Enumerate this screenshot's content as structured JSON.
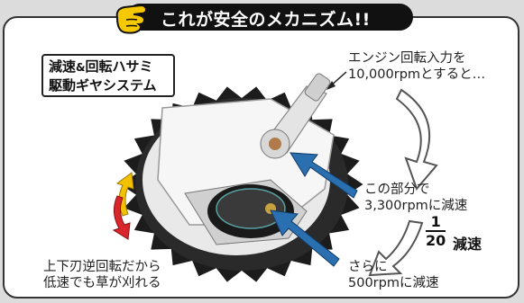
{
  "banner": {
    "title": "これが安全のメカニズム!!"
  },
  "system_label": {
    "line1": "減速",
    "amp": "&",
    "line1b": "回転ハサミ",
    "line2": "駆動ギヤシステム"
  },
  "input_note": {
    "line1": "エンジン回転入力を",
    "line2": "10,000rpmとすると…"
  },
  "stage1_note": {
    "line1": "この部分で",
    "line2": "3,300rpmに減速"
  },
  "ratio": {
    "numerator": "1",
    "denominator": "20",
    "suffix": "減速"
  },
  "stage2_note": {
    "line1": "さらに",
    "line2": "500rpmに減速"
  },
  "blade_note": {
    "line1": "上下刃逆回転だから",
    "line2": "低速でも草が刈れる"
  },
  "colors": {
    "banner": "#111111",
    "hand": "#f5c800",
    "arrow_blue": "#2a6fb0",
    "arrow_red": "#d8262c",
    "arrow_yellow": "#f2c200"
  }
}
